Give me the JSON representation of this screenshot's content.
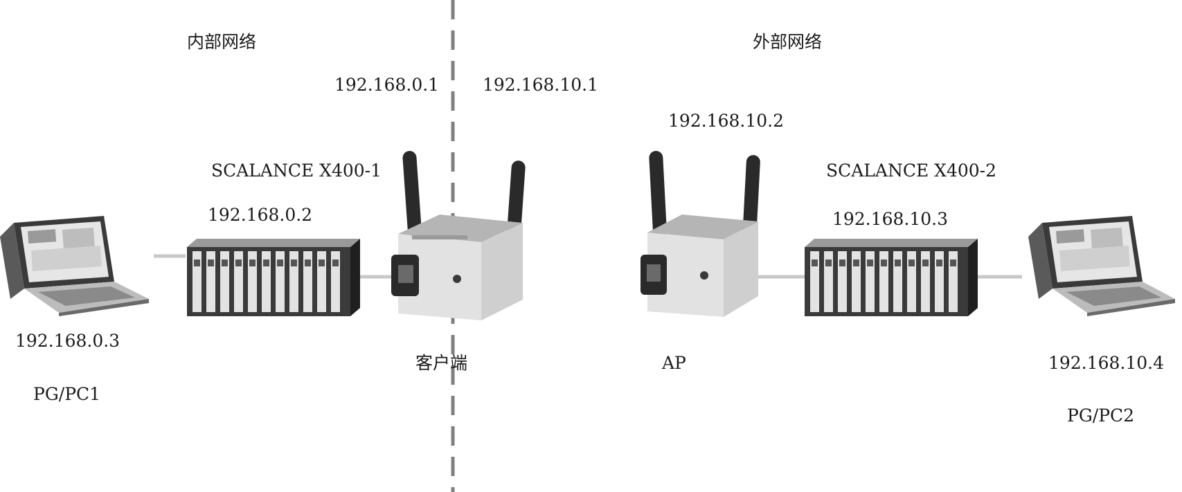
{
  "zones": {
    "internal": "内部网络",
    "external": "外部网络"
  },
  "labels": {
    "client_ip_internal": "192.168.0.1",
    "client_ip_external": "192.168.10.1",
    "ap_ip": "192.168.10.2",
    "switch1_name": "SCALANCE  X400-1",
    "switch1_ip": "192.168.0.2",
    "switch2_name": "SCALANCE  X400-2",
    "switch2_ip": "192.168.10.3",
    "pc1_ip": "192.168.0.3",
    "pc1_name": "PG/PC1",
    "pc2_ip": "192.168.10.4",
    "pc2_name": "PG/PC2",
    "client_role": "客户端",
    "ap_role": "AP"
  },
  "colors": {
    "link": "#c8c8c8",
    "divider": "#808080",
    "device_dark": "#2a2a2a",
    "device_light": "#d9d9d9"
  }
}
